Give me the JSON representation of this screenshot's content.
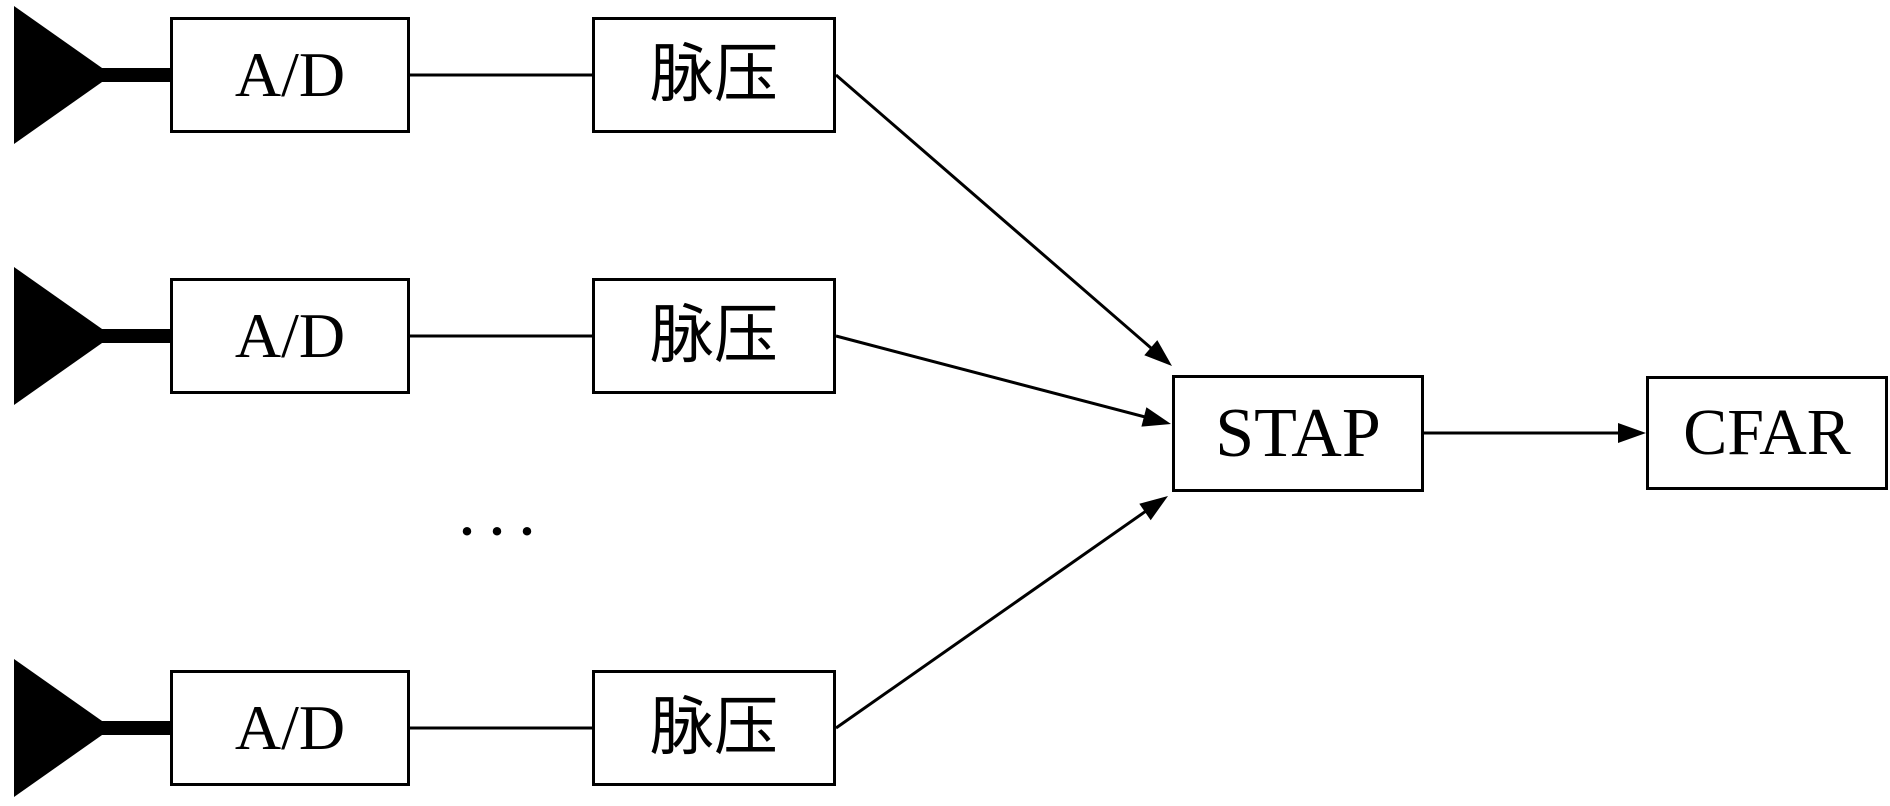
{
  "diagram": {
    "type": "radar-signal-processing-block-diagram",
    "channels": [
      {
        "adc_label": "A/D",
        "pc_label": "脉压"
      },
      {
        "adc_label": "A/D",
        "pc_label": "脉压"
      },
      {
        "adc_label": "A/D",
        "pc_label": "脉压"
      }
    ],
    "ellipsis": "···",
    "stap_label": "STAP",
    "cfar_label": "CFAR",
    "colors": {
      "line": "#000000",
      "box_fill": "#ffffff",
      "background": "#ffffff"
    }
  }
}
